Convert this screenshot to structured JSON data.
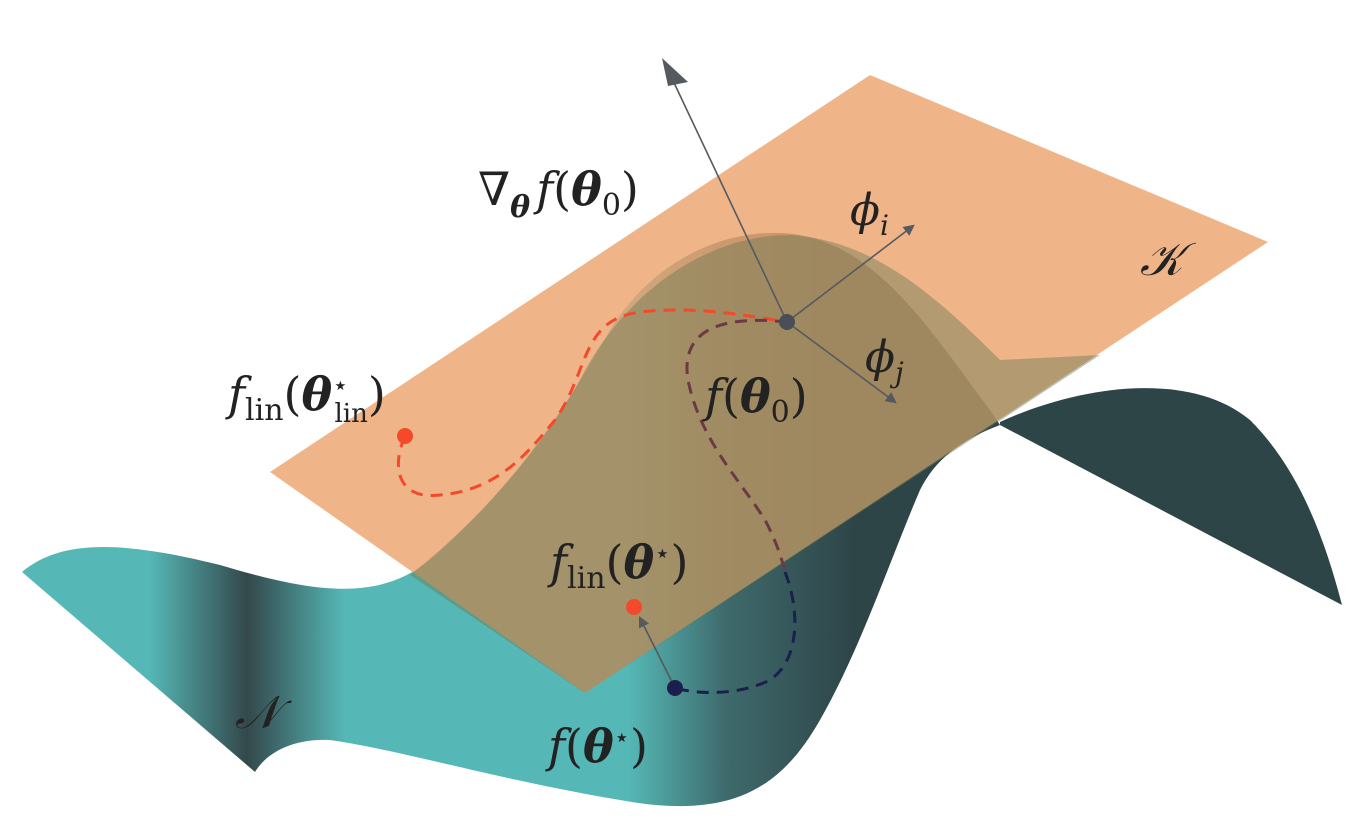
{
  "labels": {
    "gradient": {
      "main": "∇",
      "sub": "θ",
      "rest_f": "f",
      "open": "(",
      "theta": "θ",
      "zero": "0",
      "close": ")"
    },
    "phi_i": {
      "main": "ϕ",
      "sub": "i"
    },
    "phi_j": {
      "main": "ϕ",
      "sub": "j"
    },
    "tangent_space": "𝒦",
    "manifold": "𝒩",
    "f_lin_theta_star_lin": {
      "f": "f",
      "sub": "lin",
      "open": "(",
      "theta": "θ",
      "sup": "⋆",
      "sub2": "lin",
      "close": ")"
    },
    "f_theta0": {
      "f": "f",
      "open": "(",
      "theta": "θ",
      "sub": "0",
      "close": ")"
    },
    "f_lin_theta_star": {
      "f": "f",
      "sub": "lin",
      "open": "(",
      "theta": "θ",
      "sup": "⋆",
      "close": ")"
    },
    "f_theta_star": {
      "f": "f",
      "open": "(",
      "theta": "θ",
      "sup": "⋆",
      "close": ")"
    }
  },
  "colors": {
    "plane": "#eda36f",
    "manifold_light": "#55b8b6",
    "manifold_dark": "#2e4548",
    "red_path": "#f4492a",
    "purple_path": "#6b3a45",
    "navy_path": "#1b1f4d",
    "arrow": "#555a60"
  }
}
